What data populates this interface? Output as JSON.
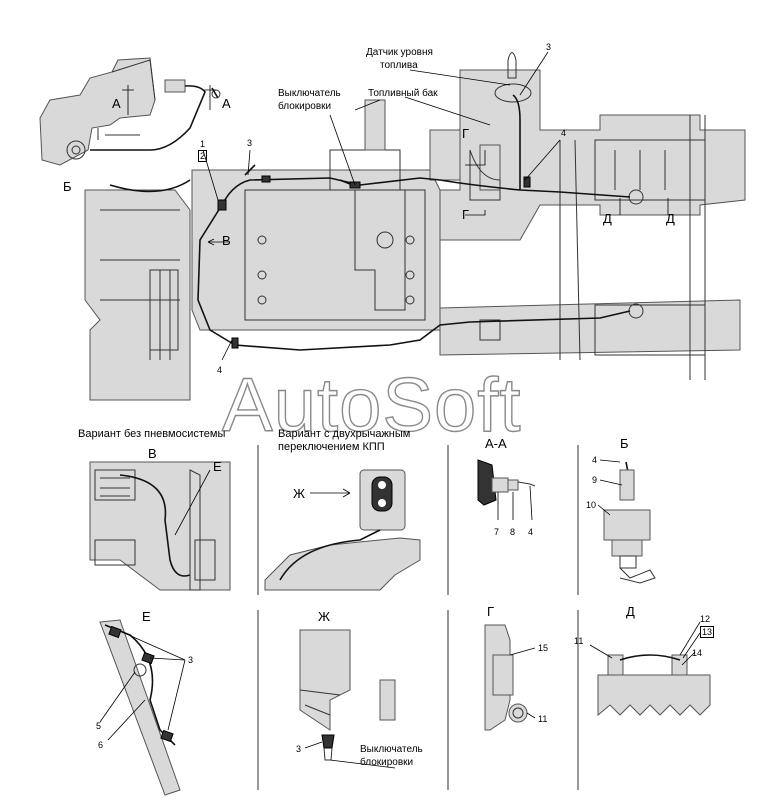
{
  "watermark": "AutoSoft",
  "labels": {
    "fuel_sensor_line1": "Датчик уровня",
    "fuel_sensor_line2": "топлива",
    "fuel_tank": "Топливный бак",
    "switch_line1": "Выключатель",
    "switch_line2": "блокировки",
    "variant1": "Вариант без пневмосистемы",
    "variant2_line1": "Вариант с двухрычажным",
    "variant2_line2": "переключением КПП",
    "zh_switch_line1": "Выключатель",
    "zh_switch_line2": "блокировки"
  },
  "sections": {
    "A1": "А",
    "A2": "А",
    "B_main": "Б",
    "V_main": "В",
    "G1": "Г",
    "G2": "Г",
    "D1": "Д",
    "D2": "Д",
    "AA": "А-А",
    "B": "Б",
    "V": "В",
    "E": "Е",
    "Zh": "Ж",
    "E_view": "Е",
    "Zh_view": "Ж",
    "G_view": "Г",
    "D_view": "Д"
  },
  "callouts": {
    "c1": "1",
    "c2": "2",
    "c3a": "3",
    "c3b": "3",
    "c4a": "4",
    "c4b": "4",
    "aa7": "7",
    "aa8": "8",
    "aa4": "4",
    "b4": "4",
    "b9": "9",
    "b10": "10",
    "e3": "3",
    "e5": "5",
    "e6": "6",
    "zh3": "3",
    "g15": "15",
    "g11": "11",
    "d11": "11",
    "d12": "12",
    "d13": "13",
    "d14": "14"
  }
}
